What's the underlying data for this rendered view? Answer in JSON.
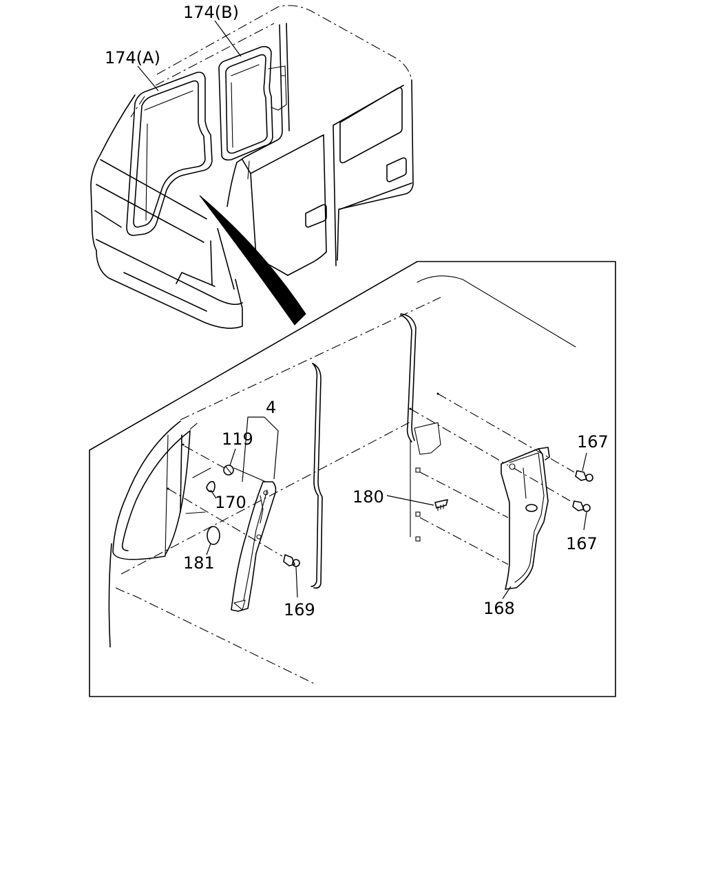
{
  "labels": {
    "seal_a": "174(A)",
    "seal_b": "174(B)",
    "garnish": "4",
    "clip_119": "119",
    "clip_170": "170",
    "clip_181": "181",
    "screw_169": "169",
    "clip_180": "180",
    "clip_167_top": "167",
    "clip_167_bottom": "167",
    "trim_168": "168"
  },
  "icons": [
    "truck-cab-outline",
    "callout-arrow",
    "detail-frame"
  ]
}
